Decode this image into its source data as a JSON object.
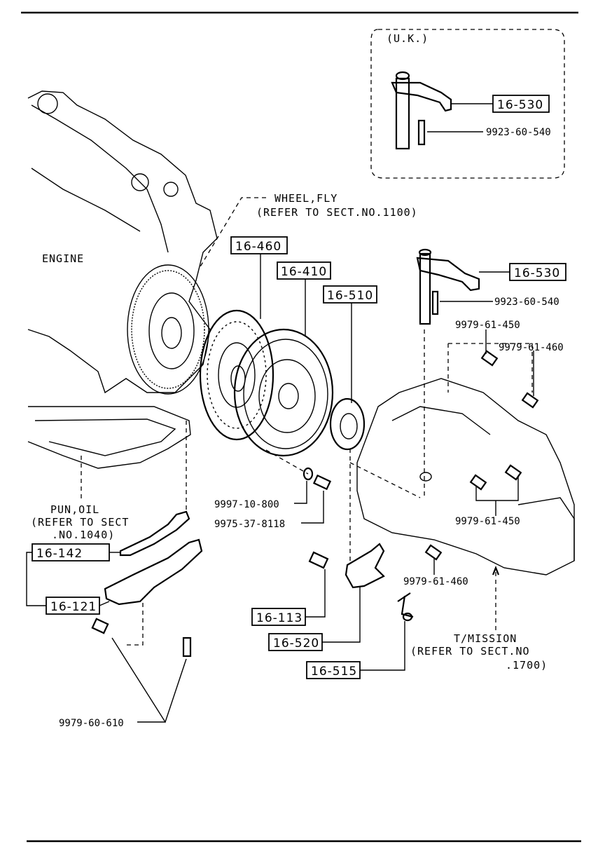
{
  "region_label": "(U.K.)",
  "parts": {
    "p16_530_uk": "16-530",
    "p9923_uk": "9923-60-540",
    "wheel_fly": "WHEEL,FLY",
    "wheel_fly_ref": "(REFER TO SECT.NO.1100)",
    "p16_460": "16-460",
    "p16_410": "16-410",
    "p16_510": "16-510",
    "p16_530": "16-530",
    "p9923": "9923-60-540",
    "p9979_61_450_a": "9979-61-450",
    "p9979_61_460_a": "9979-61-460",
    "engine": "ENGINE",
    "p9997": "9997-10-800",
    "p9975": "9975-37-8118",
    "p9979_61_450_b": "9979-61-450",
    "pun_oil_1": "PUN,OIL",
    "pun_oil_2": "(REFER TO SECT",
    "pun_oil_3": ".NO.1040)",
    "p16_142": "16-142",
    "p16_121": "16-121",
    "p9979_61_460_b": "9979-61-460",
    "p16_113": "16-113",
    "p16_520": "16-520",
    "tmission_1": "T/MISSION",
    "tmission_2": "(REFER TO SECT.NO",
    "tmission_3": ".1700)",
    "p16_515": "16-515",
    "p9979_60_610": "9979-60-610"
  }
}
